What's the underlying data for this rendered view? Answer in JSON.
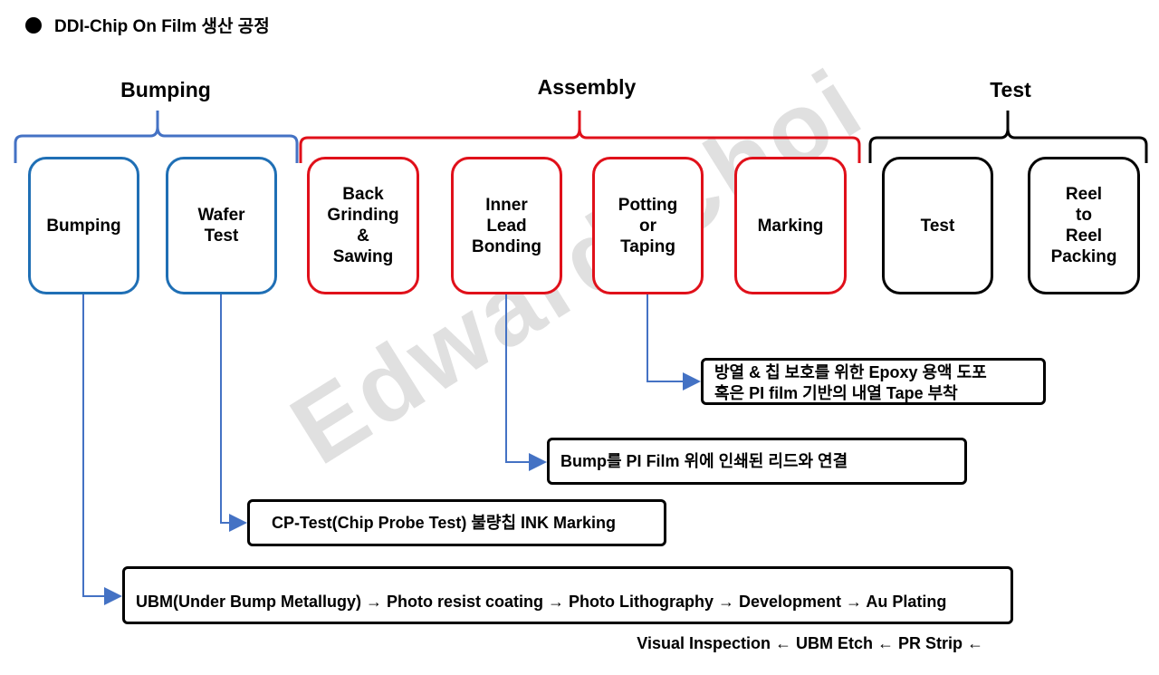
{
  "title": "DDI-Chip On Film 생산 공정",
  "groups": {
    "bumping": "Bumping",
    "assembly": "Assembly",
    "test": "Test"
  },
  "steps": {
    "bumping": "Bumping",
    "wafer_test": "Wafer\nTest",
    "back_grinding": "Back\nGrinding\n&\nSawing",
    "inner_lead_bonding": "Inner\nLead\nBonding",
    "potting": "Potting\nor\nTaping",
    "marking": "Marking",
    "test": "Test",
    "reel_packing": "Reel\nto\nReel\nPacking"
  },
  "descriptions": {
    "potting": "방열 & 칩 보호를 위한 Epoxy 용액 도포\n혹은 PI film 기반의 내열 Tape 부착",
    "inner_lead_bonding": "Bump를 PI Film 위에 인쇄된 리드와 연결",
    "wafer_test": "CP-Test(Chip Probe Test)  불량칩 INK Marking",
    "bumping_line1": "UBM(Under Bump Metallugy) → Photo resist coating → Photo Lithography → Development → Au Plating",
    "bumping_line2": "Visual Inspection ← UBM Etch  ← PR Strip ←"
  },
  "watermark": "Edward Choi",
  "colors": {
    "bumping": "#1f6fb5",
    "connector": "#4472c4",
    "assembly": "#e0101a",
    "test": "#000000"
  }
}
